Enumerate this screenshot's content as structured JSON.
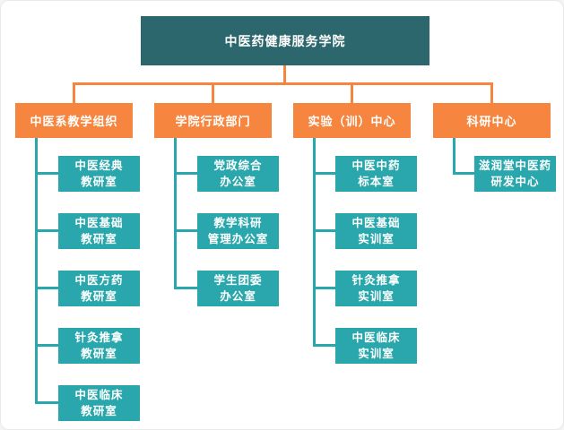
{
  "org": {
    "root": {
      "label": "中医药健康服务学院"
    },
    "branches": [
      {
        "label": "中医系教学组织",
        "children": [
          {
            "label": "中医经典\n教研室"
          },
          {
            "label": "中医基础\n教研室"
          },
          {
            "label": "中医方药\n教研室"
          },
          {
            "label": "针灸推拿\n教研室"
          },
          {
            "label": "中医临床\n教研室"
          }
        ]
      },
      {
        "label": "学院行政部门",
        "children": [
          {
            "label": "党政综合\n办公室"
          },
          {
            "label": "教学科研\n管理办公室"
          },
          {
            "label": "学生团委\n办公室"
          }
        ]
      },
      {
        "label": "实验（训）中心",
        "children": [
          {
            "label": "中医中药\n标本室"
          },
          {
            "label": "中医基础\n实训室"
          },
          {
            "label": "针灸推拿\n实训室"
          },
          {
            "label": "中医临床\n实训室"
          }
        ]
      },
      {
        "label": "科研中心",
        "children": [
          {
            "label": "滋润堂中医药\n研发中心"
          }
        ]
      }
    ]
  },
  "colors": {
    "root_bg": "#2B676C",
    "branch_bg": "#F6863F",
    "leaf_bg": "#29A7AC",
    "connector_top": "#F6863F",
    "connector_branch": "#29A7AC",
    "background": "#FFFFFF",
    "text": "#FFFFFF"
  }
}
